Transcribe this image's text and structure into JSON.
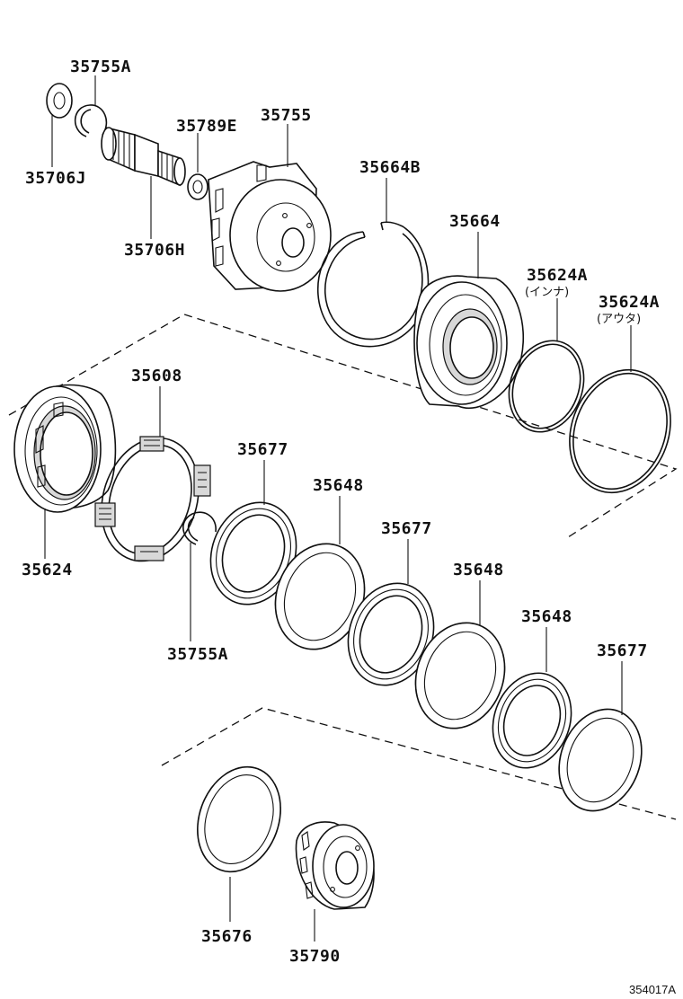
{
  "diagram_id": "354017A",
  "parts": [
    {
      "key": "p35755A_top",
      "number": "35755A"
    },
    {
      "key": "p35706J",
      "number": "35706J"
    },
    {
      "key": "p35789E",
      "number": "35789E"
    },
    {
      "key": "p35755",
      "number": "35755"
    },
    {
      "key": "p35706H",
      "number": "35706H"
    },
    {
      "key": "p35664B",
      "number": "35664B"
    },
    {
      "key": "p35664",
      "number": "35664"
    },
    {
      "key": "p35624A_inner",
      "number": "35624A",
      "note": "(インナ)"
    },
    {
      "key": "p35624A_outer",
      "number": "35624A",
      "note": "(アウタ)"
    },
    {
      "key": "p35608",
      "number": "35608"
    },
    {
      "key": "p35677_a",
      "number": "35677"
    },
    {
      "key": "p35648_a",
      "number": "35648"
    },
    {
      "key": "p35677_b",
      "number": "35677"
    },
    {
      "key": "p35648_b",
      "number": "35648"
    },
    {
      "key": "p35648_c",
      "number": "35648"
    },
    {
      "key": "p35677_c",
      "number": "35677"
    },
    {
      "key": "p35624",
      "number": "35624"
    },
    {
      "key": "p35755A_bottom",
      "number": "35755A"
    },
    {
      "key": "p35676",
      "number": "35676"
    },
    {
      "key": "p35790",
      "number": "35790"
    }
  ]
}
